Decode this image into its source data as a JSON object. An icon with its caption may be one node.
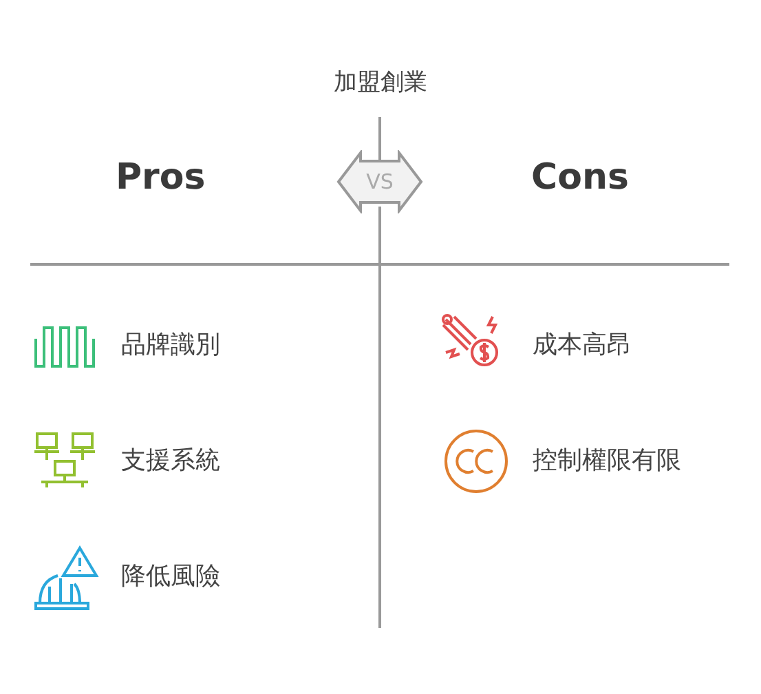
{
  "diagram": {
    "title": "加盟創業",
    "nodes": [
      {
        "text": [
          "VS"
        ]
      }
    ],
    "labels": [
      "Pros",
      "Cons",
      "品牌識別",
      "成本高昂",
      "支援系統",
      "控制權限有限",
      "降低風險"
    ]
  }
}
